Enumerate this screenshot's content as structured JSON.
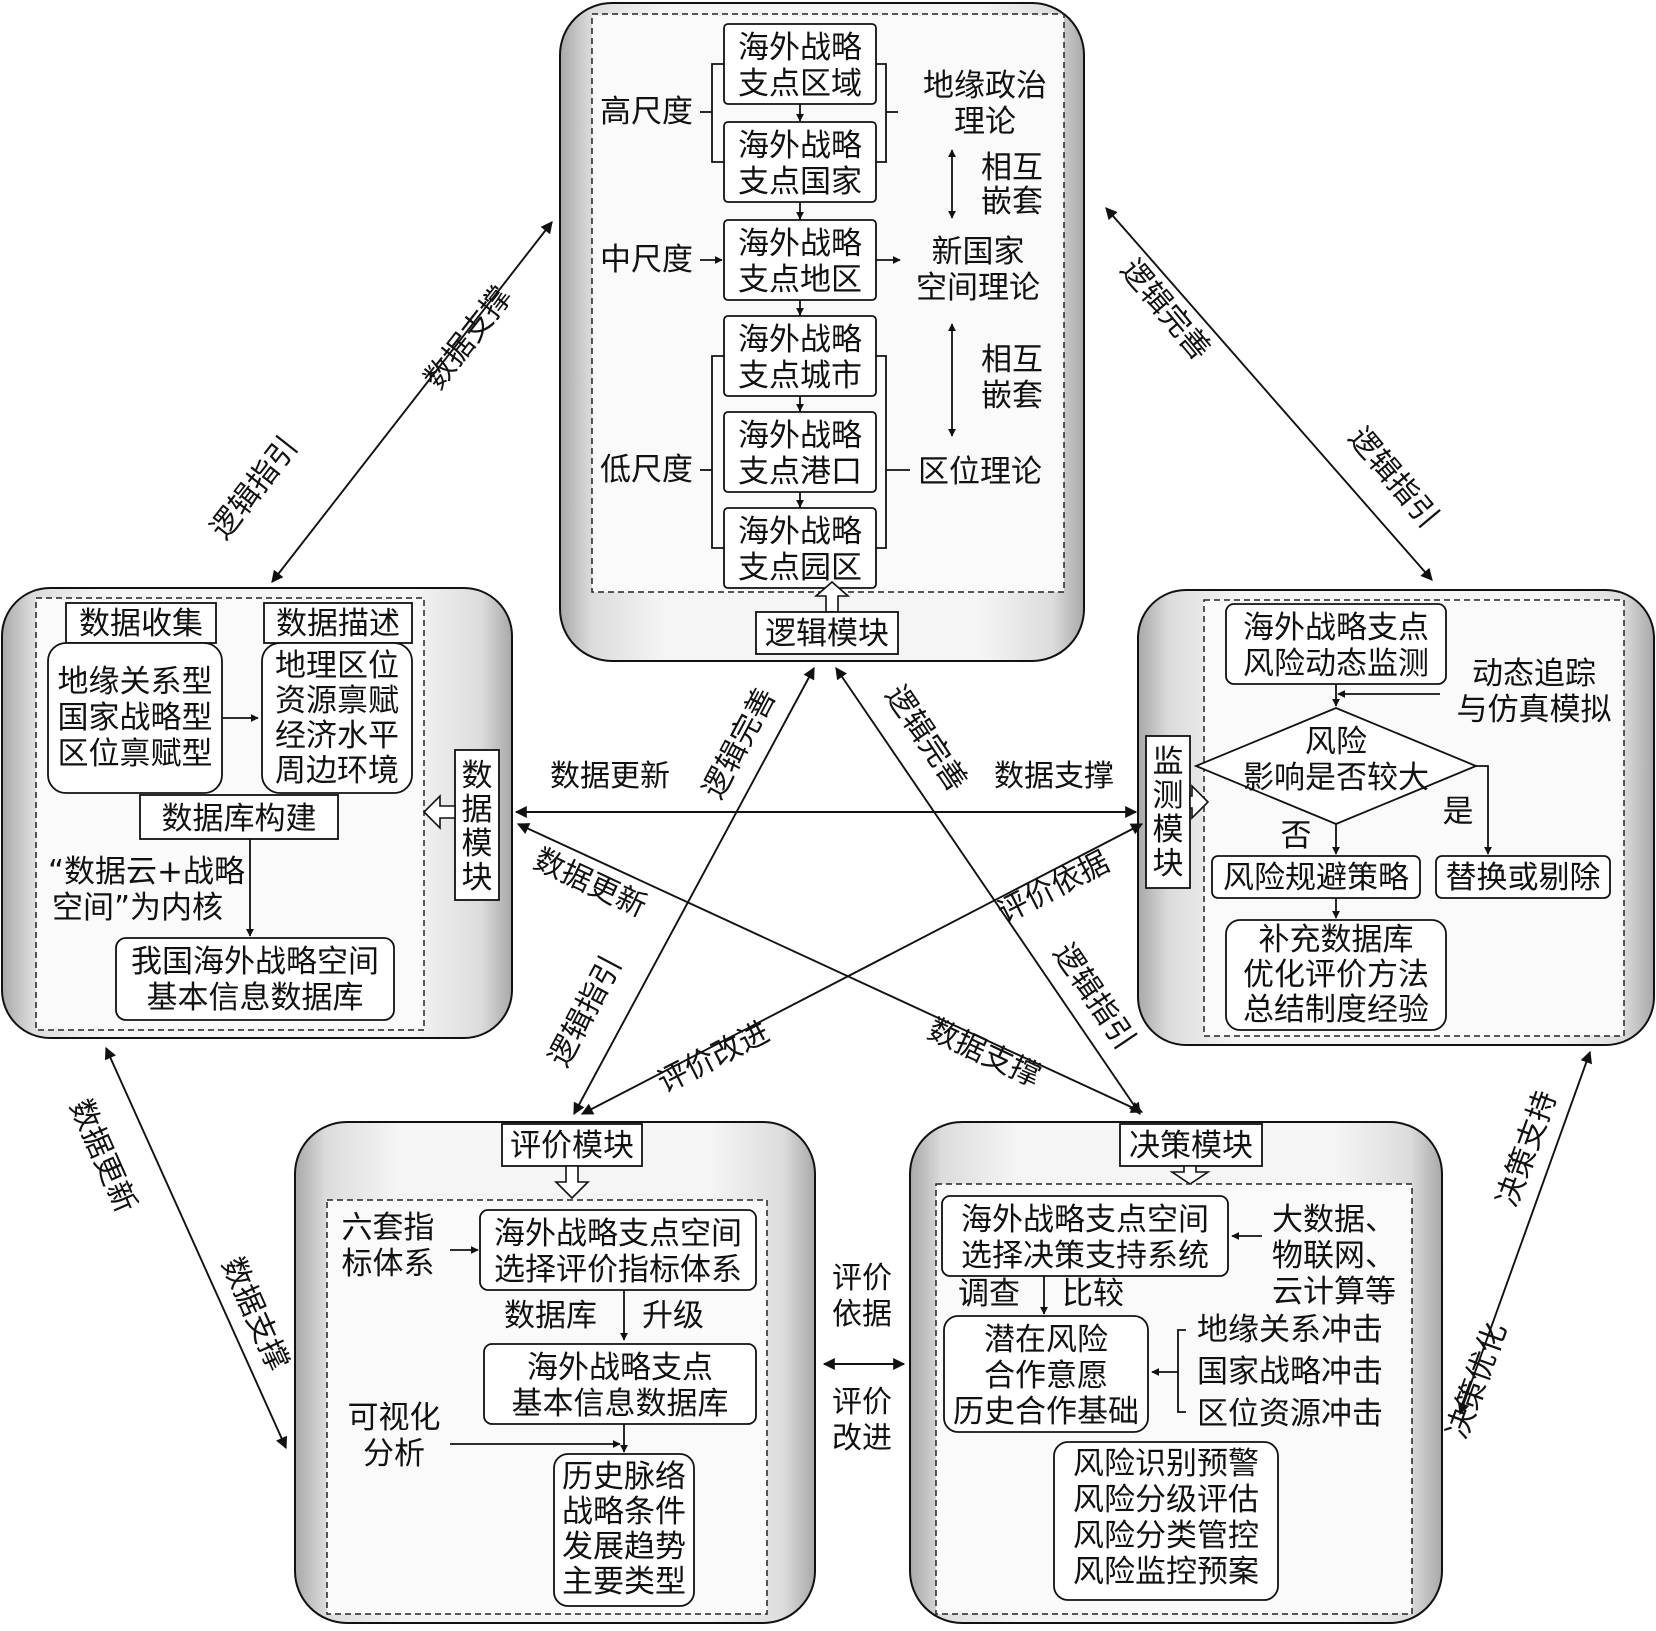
{
  "modules": {
    "logic": {
      "title": "逻辑模块",
      "scale_high": "高尺度",
      "scale_mid": "中尺度",
      "scale_low": "低尺度",
      "boxes": [
        [
          "海外战略",
          "支点区域"
        ],
        [
          "海外战略",
          "支点国家"
        ],
        [
          "海外战略",
          "支点地区"
        ],
        [
          "海外战略",
          "支点城市"
        ],
        [
          "海外战略",
          "支点港口"
        ],
        [
          "海外战略",
          "支点园区"
        ]
      ],
      "theory1": [
        "地缘政治",
        "理论"
      ],
      "nest1": [
        "相互",
        "嵌套"
      ],
      "theory2": [
        "新国家",
        "空间理论"
      ],
      "nest2": [
        "相互",
        "嵌套"
      ],
      "theory3": "区位理论"
    },
    "data": {
      "title": [
        "数",
        "据",
        "模",
        "块"
      ],
      "collect_title": "数据收集",
      "collect_items": [
        "地缘关系型",
        "国家战略型",
        "区位禀赋型"
      ],
      "describe_title": "数据描述",
      "describe_items": [
        "地理区位",
        "资源禀赋",
        "经济水平",
        "周边环境"
      ],
      "build": "数据库构建",
      "core": [
        "“数据云+战略",
        "空间”为内核"
      ],
      "db": [
        "我国海外战略空间",
        "基本信息数据库"
      ]
    },
    "monitor": {
      "title": [
        "监",
        "测",
        "模",
        "块"
      ],
      "top": [
        "海外战略支点",
        "风险动态监测"
      ],
      "track": [
        "动态追踪",
        "与仿真模拟"
      ],
      "diamond": [
        "风险",
        "影响是否较大"
      ],
      "no": "否",
      "yes": "是",
      "avoid": "风险规避策略",
      "replace": "替换或剔除",
      "final": [
        "补充数据库",
        "优化评价方法",
        "总结制度经验"
      ]
    },
    "eval": {
      "title": "评价模块",
      "six": [
        "六套指",
        "标体系"
      ],
      "system": [
        "海外战略支点空间",
        "选择评价指标体系"
      ],
      "db_label": "数据库",
      "upgrade": "升级",
      "db": [
        "海外战略支点",
        "基本信息数据库"
      ],
      "visual": [
        "可视化",
        "分析"
      ],
      "results": [
        "历史脉络",
        "战略条件",
        "发展趋势",
        "主要类型"
      ]
    },
    "decision": {
      "title": "决策模块",
      "system": [
        "海外战略支点空间",
        "选择决策支持系统"
      ],
      "tech": [
        "大数据、",
        "物联网、",
        "云计算等"
      ],
      "survey": "调查",
      "compare": "比较",
      "risk": [
        "潜在风险",
        "合作意愿",
        "历史合作基础"
      ],
      "impacts": [
        "地缘关系冲击",
        "国家战略冲击",
        "区位资源冲击"
      ],
      "mgmt": [
        "风险识别预警",
        "风险分级评估",
        "风险分类管控",
        "风险监控预案"
      ]
    }
  },
  "links": {
    "data_support_tl": "数据支撑",
    "logic_guide_tl": "逻辑指引",
    "logic_perfect_tr": "逻辑完善",
    "logic_guide_tr": "逻辑指引",
    "data_update_mid": "数据更新",
    "data_support_mid": "数据支撑",
    "logic_perfect_c1": "逻辑完善",
    "logic_perfect_c2": "逻辑完善",
    "data_update_diag": "数据更新",
    "eval_basis_diag": "评价依据",
    "logic_guide_c1": "逻辑指引",
    "logic_guide_c2": "逻辑指引",
    "eval_improve_diag": "评价改进",
    "data_support_diag": "数据支撑",
    "data_update_left": "数据更新",
    "data_support_left": "数据支撑",
    "decision_support_right": "决策支持",
    "decision_opt_right": "决策优化",
    "eval_basis_bottom": [
      "评价",
      "依据"
    ],
    "eval_improve_bottom": [
      "评价",
      "改进"
    ]
  }
}
